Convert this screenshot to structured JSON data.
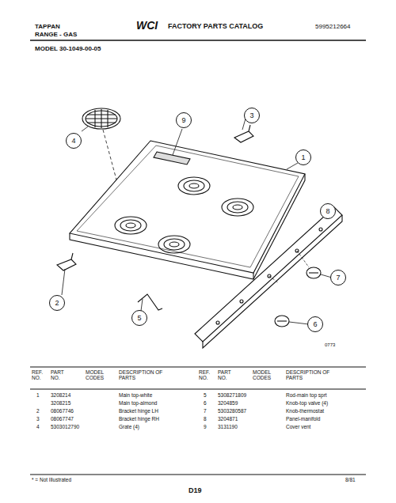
{
  "diagram": {
    "title": "FACTORY PARTS CATALOG",
    "nodes": [
      {
        "text": [
          "4"
        ]
      },
      {
        "text": [
          "9"
        ]
      },
      {
        "text": [
          "3"
        ]
      },
      {
        "text": [
          "1"
        ]
      },
      {
        "text": [
          "8"
        ]
      },
      {
        "text": [
          "7"
        ]
      },
      {
        "text": [
          "2"
        ]
      },
      {
        "text": [
          "5"
        ]
      },
      {
        "text": [
          "6"
        ]
      }
    ],
    "labels": [
      "TAPPAN",
      "RANGE - GAS",
      "WCI",
      "5995212664",
      "MODEL 30-1049-00-05",
      "0773",
      "REF. NO.",
      "PART NO.",
      "MODEL CODES",
      "DESCRIPTION OF PARTS",
      "REF. NO.",
      "PART NO.",
      "MODEL CODES",
      "DESCRIPTION OF PARTS",
      "1",
      "3208214",
      "Main top-white",
      "3208215",
      "Main top-almond",
      "2",
      "08067746",
      "Bracket hinge LH",
      "3",
      "08067747",
      "Bracket hinge RH",
      "4",
      "5303012790",
      "Grate (4)",
      "5",
      "5308271809",
      "Rod-main top sprt",
      "6",
      "3204859",
      "Knob-top valve (4)",
      "7",
      "5303280587",
      "Knob-thermostat",
      "8",
      "3204871",
      "Panel-manifold",
      "9",
      "3131190",
      "Cover vent",
      "* = Not Illustrated",
      "D19",
      "8/81"
    ]
  }
}
